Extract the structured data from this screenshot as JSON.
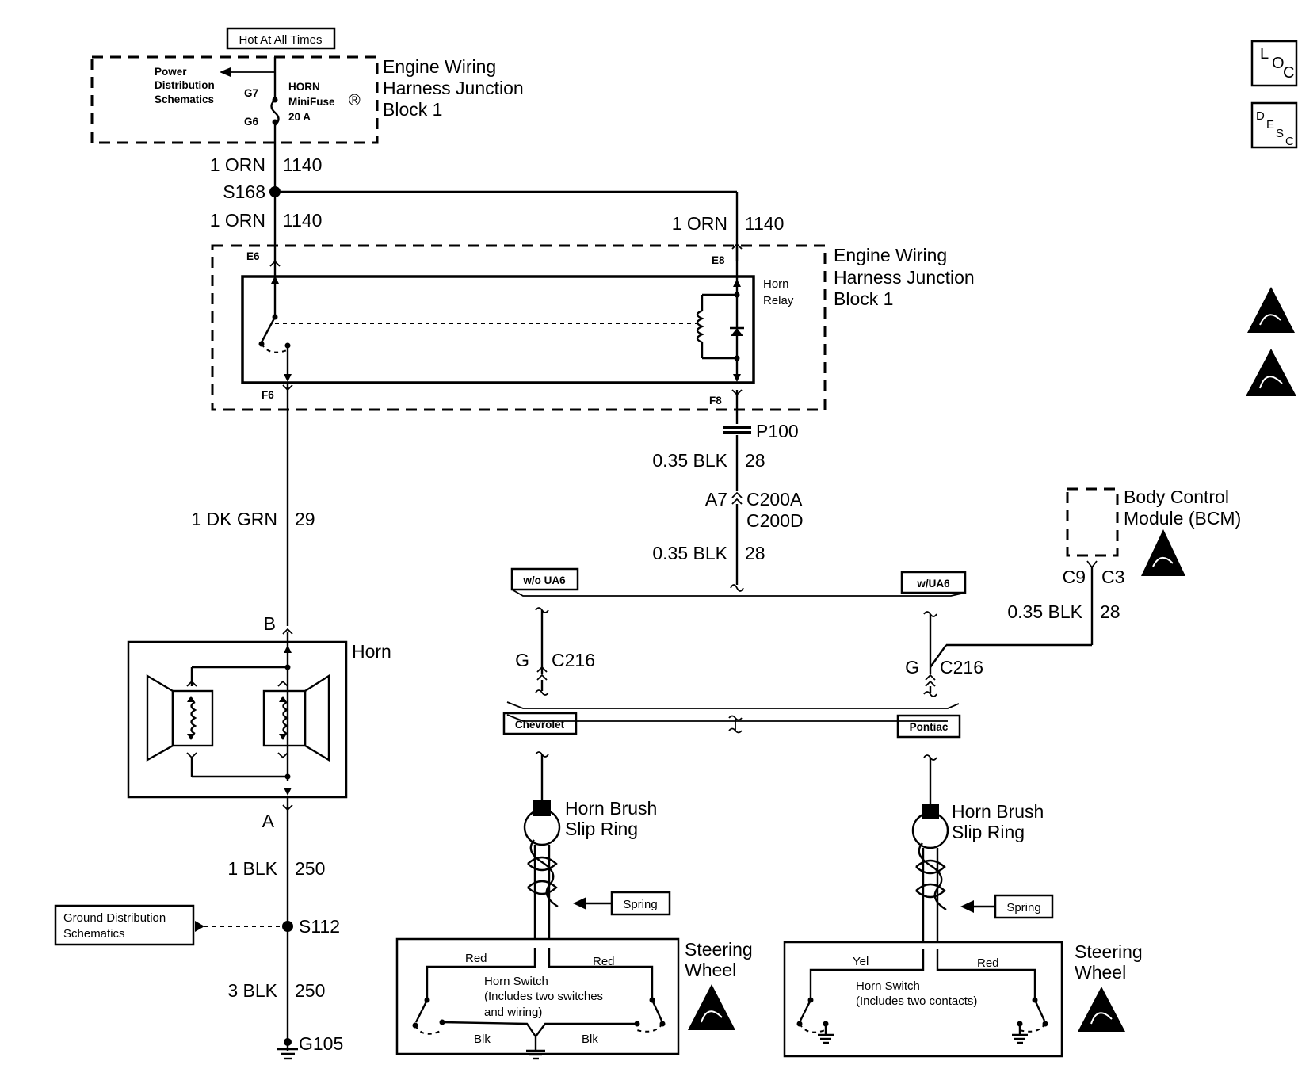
{
  "labels": {
    "hot_at_all_times": "Hot At All Times",
    "power_distribution": [
      "Power",
      "Distribution",
      "Schematics"
    ],
    "g7": "G7",
    "g6": "G6",
    "horn_minifuse": [
      "HORN",
      "MiniFuse",
      "20 A"
    ],
    "registered": "®",
    "jb_top": [
      "Engine Wiring",
      "Harness Junction",
      "Block 1"
    ],
    "jb_mid": [
      "Engine Wiring",
      "Harness Junction",
      "Block 1"
    ],
    "wire_1orn": "1 ORN",
    "circuit_1140": "1140",
    "s168": "S168",
    "e6": "E6",
    "e8": "E8",
    "f6": "F6",
    "f8": "F8",
    "horn_relay": [
      "Horn",
      "Relay"
    ],
    "p100": "P100",
    "wire_035blk": "0.35 BLK",
    "circuit_28": "28",
    "a7": "A7",
    "c200a": "C200A",
    "c200d": "C200D",
    "wire_1dkgrn": "1 DK GRN",
    "circuit_29": "29",
    "b": "B",
    "a": "A",
    "horn": "Horn",
    "wire_1blk": "1 BLK",
    "wire_3blk": "3 BLK",
    "circuit_250": "250",
    "s112": "S112",
    "g105": "G105",
    "ground_distribution": [
      "Ground Distribution",
      "Schematics"
    ],
    "bcm": [
      "Body Control",
      "Module (BCM)"
    ],
    "c9": "C9",
    "c3": "C3",
    "wo_ua6": "w/o UA6",
    "w_ua6": "w/UA6",
    "g": "G",
    "c216": "C216",
    "chevrolet": "Chevrolet",
    "pontiac": "Pontiac",
    "horn_brush": [
      "Horn Brush",
      "Slip Ring"
    ],
    "spring": "Spring",
    "steering_wheel": [
      "Steering",
      "Wheel"
    ],
    "red": "Red",
    "yel": "Yel",
    "blk": "Blk",
    "horn_switch_chev": [
      "Horn Switch",
      "(Includes two switches",
      "and wiring)"
    ],
    "horn_switch_pont": [
      "Horn Switch",
      "(Includes two contacts)"
    ],
    "loc": [
      "L",
      "O",
      "C"
    ],
    "desc": [
      "D",
      "E",
      "S",
      "C"
    ]
  }
}
